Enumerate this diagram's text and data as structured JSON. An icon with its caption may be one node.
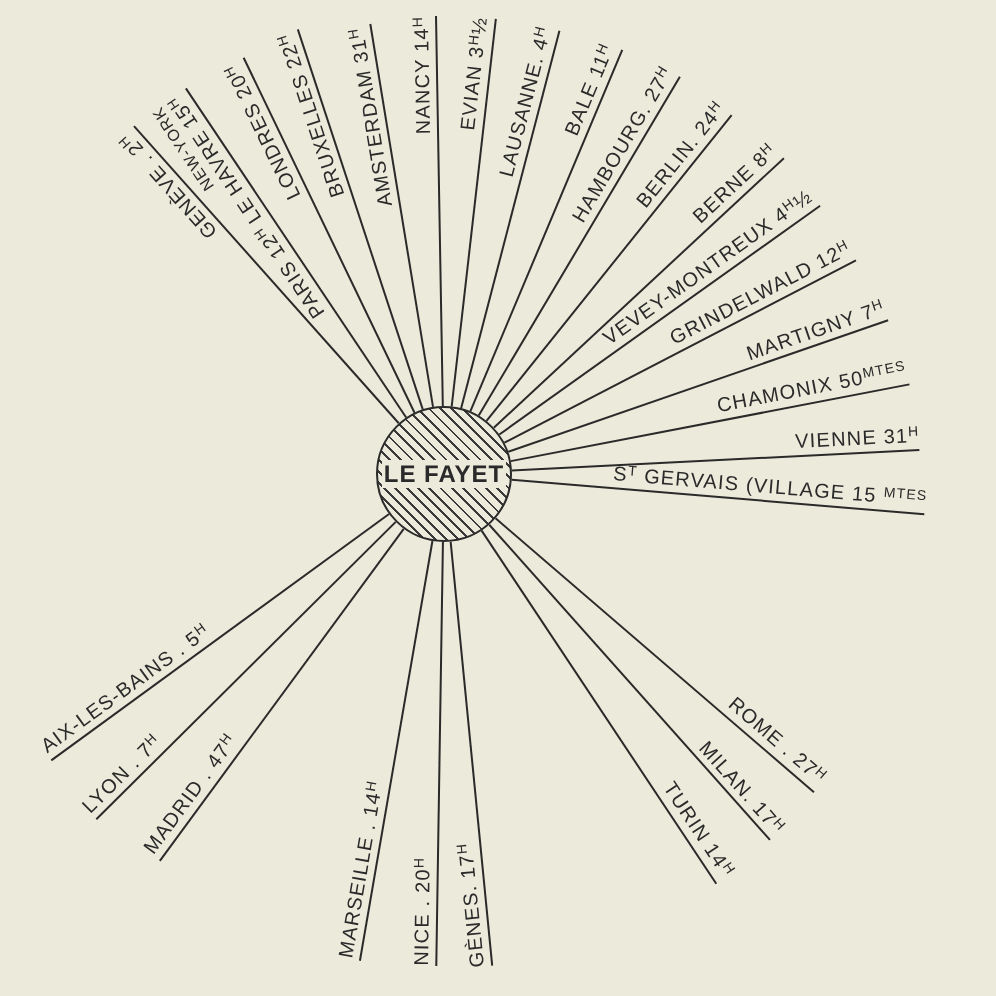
{
  "diagram": {
    "nodes": [
      {
        "text": [
          "LE FAYET"
        ]
      },
      {
        "text": [
          "GENÈVE . 2$^{H}$"
        ]
      },
      {
        "text": [
          "PARIS 12$^{H}$ LE HAVRE 15$^{H}$",
          "NEW-YORK"
        ]
      },
      {
        "text": [
          "LONDRES 20$^{H}$"
        ]
      },
      {
        "text": [
          "BRUXELLES 22$^{H}$"
        ]
      },
      {
        "text": [
          "AMSTERDAM 31$^{H}$"
        ]
      },
      {
        "text": [
          "NANCY 14$^{H}$"
        ]
      },
      {
        "text": [
          "EVIAN 3$^{H}$½"
        ]
      },
      {
        "text": [
          "LAUSANNE. 4$^{H}$"
        ]
      },
      {
        "text": [
          "BALE 11$^{H}$"
        ]
      },
      {
        "text": [
          "HAMBOURG. 27$^{H}$"
        ]
      },
      {
        "text": [
          "BERLIN. 24$^{H}$"
        ]
      },
      {
        "text": [
          "BERNE 8$^{H}$"
        ]
      },
      {
        "text": [
          "VEVEY-MONTREUX 4$^{H}$½"
        ]
      },
      {
        "text": [
          "GRINDELWALD 12$^{H}$"
        ]
      },
      {
        "text": [
          "MARTIGNY 7$^{H}$"
        ]
      },
      {
        "text": [
          "CHAMONIX 50$^{MTES}$"
        ]
      },
      {
        "text": [
          "VIENNE 31$^{H}$"
        ]
      },
      {
        "text": [
          "S$^{T}$ GERVAIS (VILLAGE 15 $^{MTES}$"
        ]
      },
      {
        "text": [
          "ROME . 27$^{H}$"
        ]
      },
      {
        "text": [
          "MILAN. 17$^{H}$"
        ]
      },
      {
        "text": [
          "TURIN 14$^{H}$"
        ]
      },
      {
        "text": [
          "GÈNES. 17$^{H}$"
        ]
      },
      {
        "text": [
          "NICE . 20$^{H}$"
        ]
      },
      {
        "text": [
          "MARSEILLE . 14$^{H}$"
        ]
      },
      {
        "text": [
          "MADRID . 47$^{H}$"
        ]
      },
      {
        "text": [
          "LYON . 7$^{H}$"
        ]
      },
      {
        "text": [
          "AIX-LES-BAINS . 5$^{H}$"
        ]
      }
    ],
    "edges": [
      {
        "from": 0,
        "to": 1,
        "arrow": "none"
      },
      {
        "from": 0,
        "to": 2,
        "arrow": "none"
      },
      {
        "from": 0,
        "to": 3,
        "arrow": "none"
      },
      {
        "from": 0,
        "to": 4,
        "arrow": "none"
      },
      {
        "from": 0,
        "to": 5,
        "arrow": "none"
      },
      {
        "from": 0,
        "to": 6,
        "arrow": "none"
      },
      {
        "from": 0,
        "to": 7,
        "arrow": "none"
      },
      {
        "from": 0,
        "to": 8,
        "arrow": "none"
      },
      {
        "from": 0,
        "to": 9,
        "arrow": "none"
      },
      {
        "from": 0,
        "to": 10,
        "arrow": "none"
      },
      {
        "from": 0,
        "to": 11,
        "arrow": "none"
      },
      {
        "from": 0,
        "to": 12,
        "arrow": "none"
      },
      {
        "from": 0,
        "to": 13,
        "arrow": "none"
      },
      {
        "from": 0,
        "to": 14,
        "arrow": "none"
      },
      {
        "from": 0,
        "to": 15,
        "arrow": "none"
      },
      {
        "from": 0,
        "to": 16,
        "arrow": "none"
      },
      {
        "from": 0,
        "to": 17,
        "arrow": "none"
      },
      {
        "from": 0,
        "to": 18,
        "arrow": "none"
      },
      {
        "from": 0,
        "to": 19,
        "arrow": "none"
      },
      {
        "from": 0,
        "to": 20,
        "arrow": "none"
      },
      {
        "from": 0,
        "to": 21,
        "arrow": "none"
      },
      {
        "from": 0,
        "to": 22,
        "arrow": "none"
      },
      {
        "from": 0,
        "to": 23,
        "arrow": "none"
      },
      {
        "from": 0,
        "to": 24,
        "arrow": "none"
      },
      {
        "from": 0,
        "to": 25,
        "arrow": "none"
      },
      {
        "from": 0,
        "to": 26,
        "arrow": "none"
      },
      {
        "from": 0,
        "to": 27,
        "arrow": "none"
      }
    ]
  }
}
